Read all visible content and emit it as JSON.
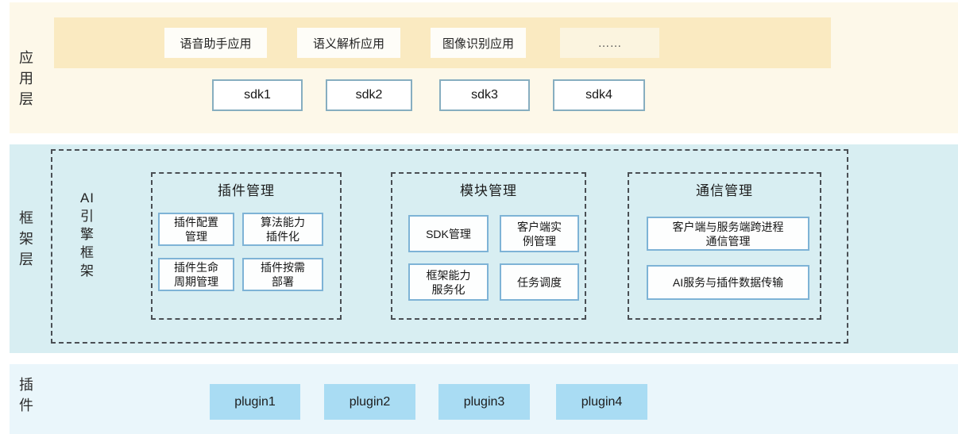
{
  "app_layer": {
    "label": "应\n用\n层",
    "apps": [
      "语音助手应用",
      "语义解析应用",
      "图像识别应用",
      "……"
    ],
    "sdks": [
      "sdk1",
      "sdk2",
      "sdk3",
      "sdk4"
    ]
  },
  "framework_layer": {
    "label": "框\n架\n层",
    "engine_label": "AI\n引\n擎\n框\n架",
    "groups": [
      {
        "title": "插件管理",
        "items": [
          "插件配置\n管理",
          "算法能力\n插件化",
          "插件生命\n周期管理",
          "插件按需\n部署"
        ]
      },
      {
        "title": "模块管理",
        "items": [
          "SDK管理",
          "客户端实\n例管理",
          "框架能力\n服务化",
          "任务调度"
        ]
      },
      {
        "title": "通信管理",
        "items": [
          "客户端与服务端跨进程\n通信管理",
          "AI服务与插件数据传输"
        ]
      }
    ]
  },
  "plugin_layer": {
    "label": "插\n件",
    "plugins": [
      "plugin1",
      "plugin2",
      "plugin3",
      "plugin4"
    ]
  },
  "colors": {
    "app_section_bg": "#FDF8E9",
    "app_band_bg": "#FAEAC1",
    "app_box_bg": "#FEFDF8",
    "sdk_box_border": "#87AEC0",
    "framework_section_bg": "#D8EEF2",
    "dashed_border": "#4A4F54",
    "module_box_border": "#7EB3D6",
    "plugin_section_bg": "#EAF6FB",
    "plugin_box_bg": "#A9DCF3"
  }
}
